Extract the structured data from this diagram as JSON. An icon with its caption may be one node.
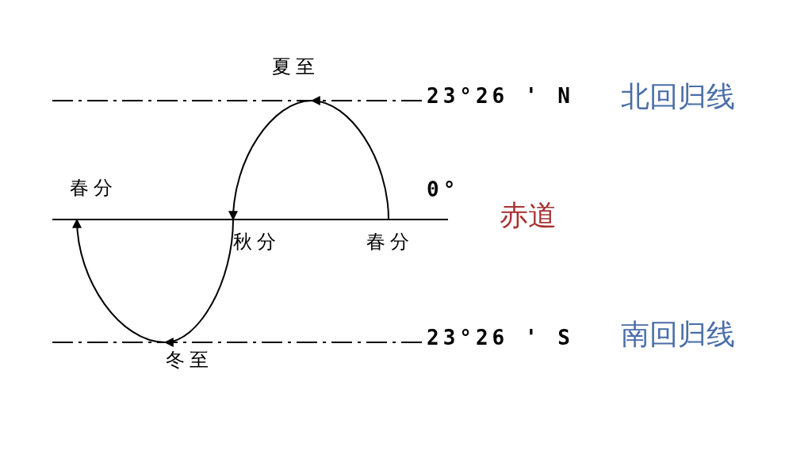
{
  "diagram": {
    "nodes": [
      {
        "text": [
          "夏至"
        ]
      },
      {
        "text": [
          "春分"
        ]
      },
      {
        "text": [
          "秋分"
        ]
      },
      {
        "text": [
          "春分"
        ]
      },
      {
        "text": [
          "冬至"
        ]
      }
    ],
    "edges": [
      {
        "from": 3,
        "to": 0,
        "arrow": "to"
      },
      {
        "from": 0,
        "to": 2,
        "arrow": "to"
      },
      {
        "from": 2,
        "to": 4,
        "arrow": "to"
      },
      {
        "from": 4,
        "to": 1,
        "arrow": "to"
      }
    ],
    "labels": [
      "23°26 ' N",
      "北回归线",
      "0°",
      "赤道",
      "23°26 ' S",
      "南回归线"
    ]
  }
}
